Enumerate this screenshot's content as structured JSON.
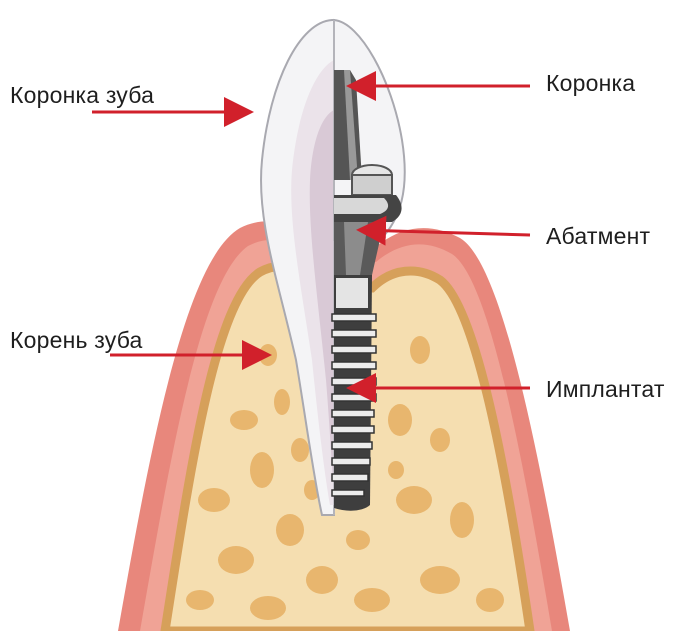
{
  "labels": {
    "crown_tooth": "Коронка зуба",
    "root": "Корень зуба",
    "crown": "Коронка",
    "abutment": "Абатмент",
    "implant": "Имплантат"
  },
  "colors": {
    "gum": "#e8877c",
    "gum_light": "#f2b3a8",
    "bone": "#f5deb0",
    "bone_edge": "#d6a05a",
    "marrow": "#e8b66e",
    "enamel": "#f4f4f6",
    "enamel_edge": "#a9a9b0",
    "dentin": "#d9c9d6",
    "metal_light": "#e6e6e6",
    "metal_dark": "#4a4a4a",
    "arrow": "#d1202b"
  }
}
